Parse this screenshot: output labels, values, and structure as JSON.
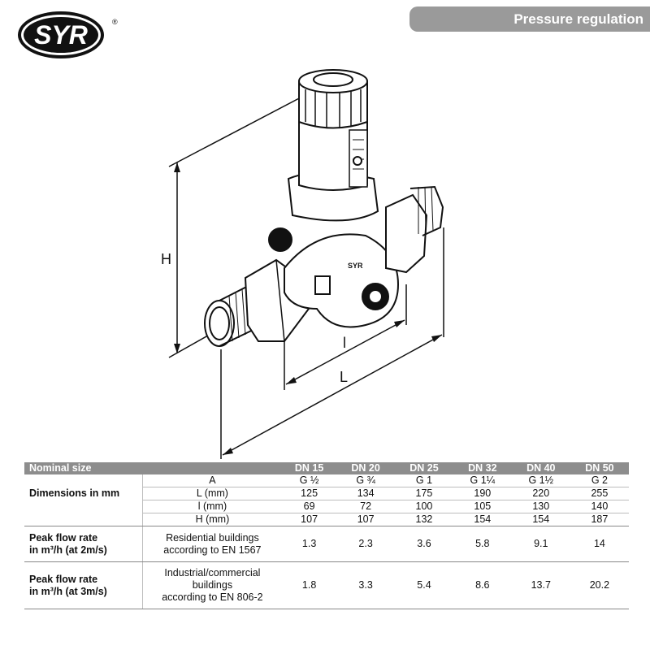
{
  "brand": {
    "logo_text": "SYR",
    "registered_mark": "®"
  },
  "section_title": "Pressure regulation",
  "drawing": {
    "label_H": "H",
    "label_l": "l",
    "label_L": "L",
    "bonnet_text": "SYR"
  },
  "table": {
    "header_label": "Nominal size",
    "columns": [
      "DN 15",
      "DN 20",
      "DN 25",
      "DN 32",
      "DN 40",
      "DN 50"
    ],
    "thread_row": {
      "label": "A",
      "values": [
        "G ½",
        "G ¾",
        "G 1",
        "G 1¼",
        "G 1½",
        "G 2"
      ]
    },
    "dimensions": {
      "label": "Dimensions in mm",
      "rows": [
        {
          "label": "L (mm)",
          "values": [
            "125",
            "134",
            "175",
            "190",
            "220",
            "255"
          ]
        },
        {
          "label": "l (mm)",
          "values": [
            "69",
            "72",
            "100",
            "105",
            "130",
            "140"
          ]
        },
        {
          "label": "H (mm)",
          "values": [
            "107",
            "107",
            "132",
            "154",
            "154",
            "187"
          ]
        }
      ]
    },
    "flow_residential": {
      "label_line1": "Peak flow rate",
      "label_line2": "in m³/h (at 2m/s)",
      "desc_line1": "Residential buildings",
      "desc_line2": "according to EN 1567",
      "values": [
        "1.3",
        "2.3",
        "3.6",
        "5.8",
        "9.1",
        "14"
      ]
    },
    "flow_industrial": {
      "label_line1": "Peak flow rate",
      "label_line2": "in m³/h (at 3m/s)",
      "desc_line1": "Industrial/commercial",
      "desc_line2": "buildings",
      "desc_line3": "according to EN 806-2",
      "values": [
        "1.8",
        "3.3",
        "5.4",
        "8.6",
        "13.7",
        "20.2"
      ]
    }
  }
}
